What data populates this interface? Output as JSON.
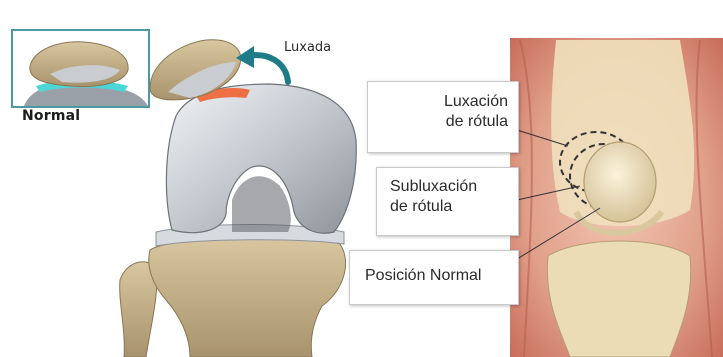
{
  "left_panel": {
    "inset_label": "Normal",
    "arrow_label": "Luxada"
  },
  "right_panel": {
    "callouts": [
      {
        "lines": [
          "Luxación",
          "de rótula"
        ]
      },
      {
        "lines": [
          "Subluxación",
          "de rótula"
        ]
      },
      {
        "lines": [
          "Posición Normal"
        ]
      }
    ]
  },
  "colors": {
    "inset_frame": "#4a9aa0",
    "arrow": "#1e7c88",
    "cartilage_highlight": "#4cd6d6",
    "dislocation_mark": "#f05a28",
    "bone": "#c7b48e",
    "cartilage_grey": "#c9ccd1",
    "muscle": "#d98a78"
  }
}
